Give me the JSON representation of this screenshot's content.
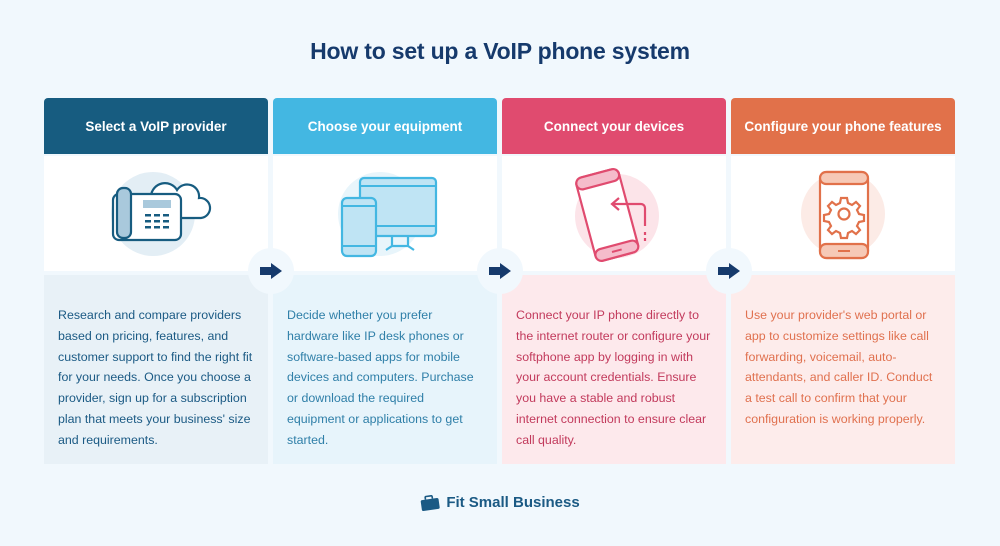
{
  "title": "How to set up a VoIP phone system",
  "steps": [
    {
      "heading": "Select a VoIP provider",
      "icon": "desk-phone-cloud-icon",
      "color": "#175c80",
      "text": "Research and compare providers based on pricing, features, and customer support to find the right fit for your needs. Once you choose a provider, sign up for a subscription plan that meets your business' size and requirements."
    },
    {
      "heading": "Choose your equipment",
      "icon": "phone-monitor-icon",
      "color": "#43b7e2",
      "text": "Decide whether you prefer hardware like IP desk phones or software-based apps for mobile devices and computers. Purchase or download the required equipment or applications to get started."
    },
    {
      "heading": "Connect your devices",
      "icon": "phone-connect-icon",
      "color": "#e04b6f",
      "text": "Connect your IP phone directly to the internet router or configure your softphone app by logging in with your account credentials. Ensure you have a stable and robust internet connection to ensure clear call quality."
    },
    {
      "heading": "Configure your phone features",
      "icon": "phone-gear-icon",
      "color": "#e1714a",
      "text": "Use your provider's web portal or app to customize settings like call forwarding, voicemail, auto-attendants, and caller ID. Conduct a test call to confirm that your configuration is working properly."
    }
  ],
  "footer": {
    "brand": "Fit Small Business",
    "icon": "briefcase-icon"
  }
}
